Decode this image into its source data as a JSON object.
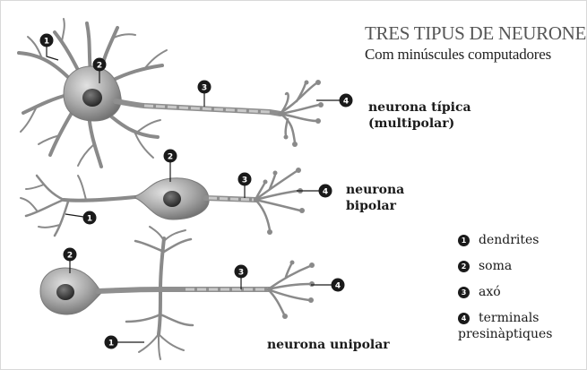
{
  "title": "TRES TIPUS DE NEURONES",
  "subtitle": "Com minúscules computadores",
  "neurons": {
    "multipolar": {
      "line1": "neurona típica",
      "line2": "(multipolar)"
    },
    "bipolar": {
      "line1": "neurona",
      "line2": "bipolar"
    },
    "unipolar": {
      "line1": "neurona unipolar"
    }
  },
  "callouts": [
    "1",
    "2",
    "3",
    "4"
  ],
  "legend": [
    {
      "number": "1",
      "label": "dendrites"
    },
    {
      "number": "2",
      "label": "soma"
    },
    {
      "number": "3",
      "label": "axó"
    },
    {
      "number": "4",
      "label": "terminals",
      "label2": "presinàptiques"
    }
  ],
  "colors": {
    "ink": "#1a1a1a",
    "cell_fill": "#9a9a9a",
    "nucleus": "#3a3a3a",
    "axon": "#8f8f8f"
  }
}
